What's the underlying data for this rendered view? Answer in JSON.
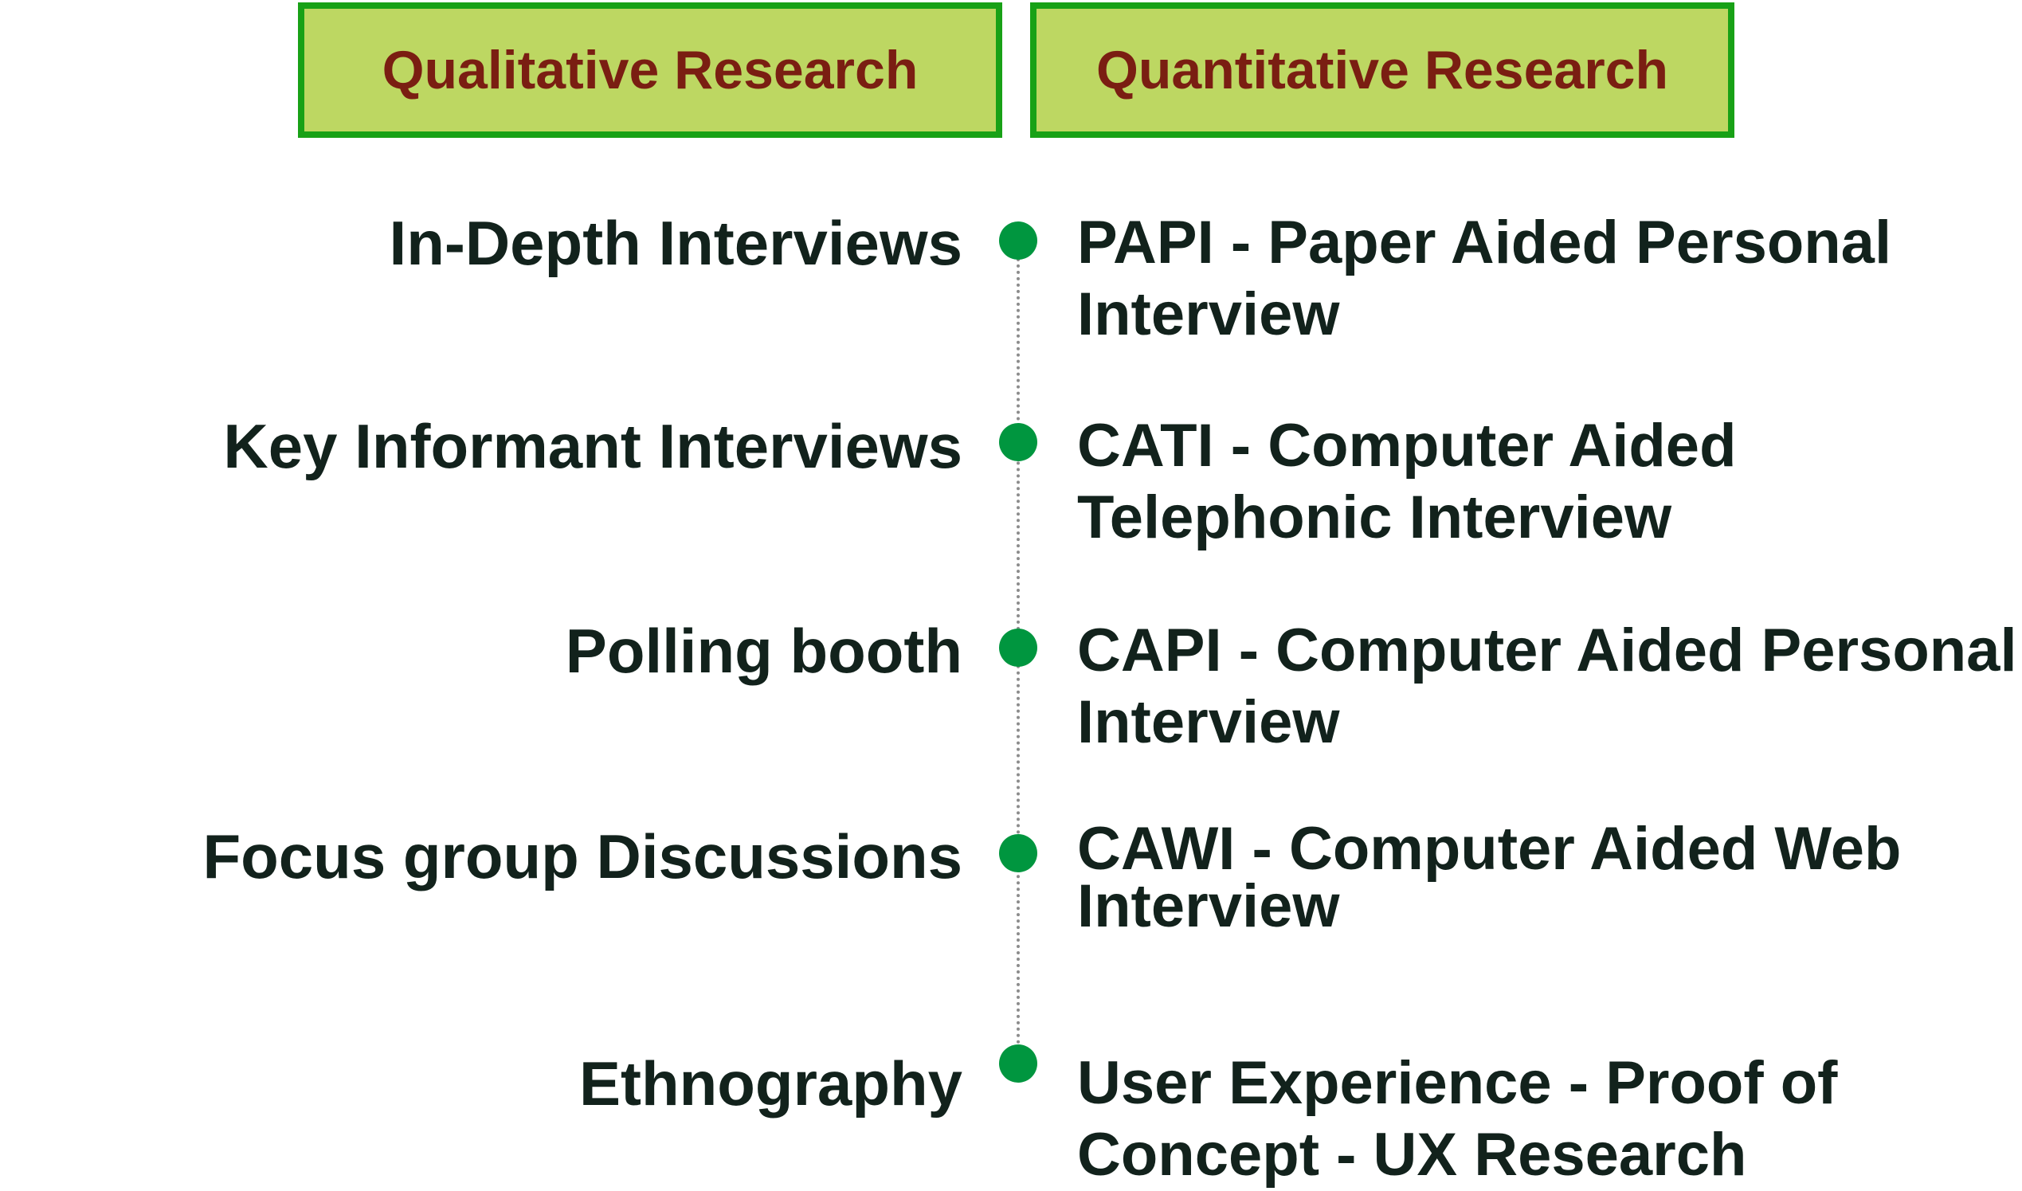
{
  "headers": {
    "qualitative": "Qualitative Research",
    "quantitative": "Quantitative Research"
  },
  "rows": [
    {
      "left": "In-Depth Interviews",
      "right_line1": "PAPI - Paper Aided Personal",
      "right_line2": "Interview"
    },
    {
      "left": "Key Informant Interviews",
      "right_line1": "CATI - Computer Aided",
      "right_line2": "Telephonic Interview"
    },
    {
      "left": "Polling booth",
      "right_line1": "CAPI - Computer Aided Personal",
      "right_line2": "Interview"
    },
    {
      "left": "Focus group Discussions",
      "right_line1": "CAWI - Computer Aided Web",
      "right_line2": "Interview"
    },
    {
      "left": "Ethnography",
      "right_line1": "User Experience - Proof of",
      "right_line2": "Concept - UX Research"
    }
  ],
  "colors": {
    "header_fill": "#bdd762",
    "header_border": "#18a116",
    "header_text": "#7a1e12",
    "dot": "#00963f",
    "body_text": "#12221c",
    "timeline": "#8c8c8c"
  }
}
